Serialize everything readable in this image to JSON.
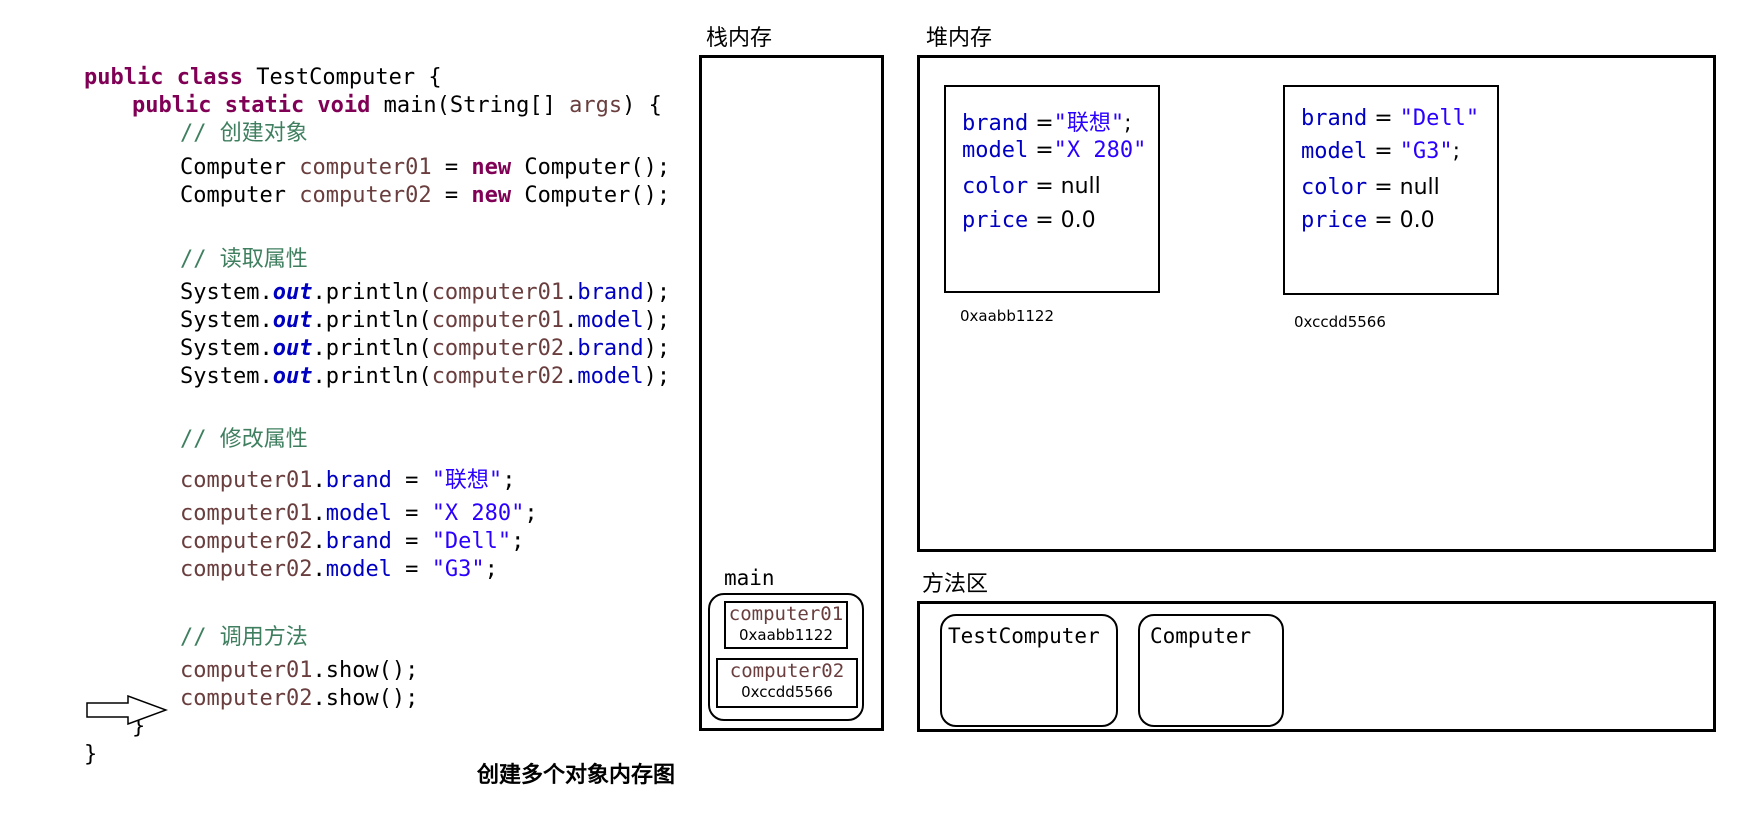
{
  "code": {
    "class_decl": {
      "kw": "public class",
      "name": " TestComputer {"
    },
    "main_decl": {
      "kw": "public static void",
      "rest1": " main(String[] ",
      "args": "args",
      "rest2": ") {"
    },
    "comment_create": "// 创建对象",
    "create1": {
      "type": "Computer ",
      "var": "computer01",
      "eq": " = ",
      "kw": "new",
      "rest": " Computer();"
    },
    "create2": {
      "type": "Computer ",
      "var": "computer02",
      "eq": " = ",
      "kw": "new",
      "rest": " Computer();"
    },
    "comment_read": "// 读取属性",
    "read": [
      {
        "sys": "System.",
        "out": "out",
        "mid": ".println(",
        "var": "computer01",
        "dot": ".",
        "field": "brand",
        "end": ");"
      },
      {
        "sys": "System.",
        "out": "out",
        "mid": ".println(",
        "var": "computer01",
        "dot": ".",
        "field": "model",
        "end": ");"
      },
      {
        "sys": "System.",
        "out": "out",
        "mid": ".println(",
        "var": "computer02",
        "dot": ".",
        "field": "brand",
        "end": ");"
      },
      {
        "sys": "System.",
        "out": "out",
        "mid": ".println(",
        "var": "computer02",
        "dot": ".",
        "field": "model",
        "end": ");"
      }
    ],
    "comment_modify": "// 修改属性",
    "modify": [
      {
        "var": "computer01",
        "dot": ".",
        "field": "brand",
        "eq": " = ",
        "val": "\"联想\"",
        "end": ";"
      },
      {
        "var": "computer01",
        "dot": ".",
        "field": "model",
        "eq": " = ",
        "val": "\"X 280\"",
        "end": ";"
      },
      {
        "var": "computer02",
        "dot": ".",
        "field": "brand",
        "eq": " = ",
        "val": "\"Dell\"",
        "end": ";"
      },
      {
        "var": "computer02",
        "dot": ".",
        "field": "model",
        "eq": " = ",
        "val": "\"G3\"",
        "end": ";"
      }
    ],
    "comment_call": "// 调用方法",
    "call": [
      {
        "var": "computer01",
        "rest": ".show();"
      },
      {
        "var": "computer02",
        "rest": ".show();"
      }
    ],
    "close_inner": "}",
    "close_outer": "}"
  },
  "stack": {
    "label": "栈内存",
    "frame_label": "main",
    "refs": [
      {
        "name": "computer01",
        "value": "0xaabb1122"
      },
      {
        "name": "computer02",
        "value": "0xccdd5566"
      }
    ]
  },
  "heap": {
    "label": "堆内存",
    "objects": [
      {
        "address": "0xaabb1122",
        "fields": [
          {
            "name": "brand",
            "eq": " =",
            "value": "\"联想\"",
            "tail": ";"
          },
          {
            "name": "model",
            "eq": " =",
            "value": "\"X 280\"",
            "tail": ""
          },
          {
            "name": "color",
            "eq": " = ",
            "value": "null",
            "tail": ""
          },
          {
            "name": "price",
            "eq": " = ",
            "value": "0.0",
            "tail": ""
          }
        ]
      },
      {
        "address": "0xccdd5566",
        "fields": [
          {
            "name": "brand",
            "eq": " = ",
            "value": "\"Dell\"",
            "tail": ""
          },
          {
            "name": "model",
            "eq": " = ",
            "value": "\"G3\"",
            "tail": ";"
          },
          {
            "name": "color",
            "eq": " = ",
            "value": "null",
            "tail": ""
          },
          {
            "name": "price",
            "eq": " = ",
            "value": "0.0",
            "tail": ""
          }
        ]
      }
    ]
  },
  "method_area": {
    "label": "方法区",
    "classes": [
      "TestComputer",
      "Computer"
    ]
  },
  "caption": "创建多个对象内存图",
  "icons": {
    "pointer": "hollow-arrow-right-icon"
  }
}
